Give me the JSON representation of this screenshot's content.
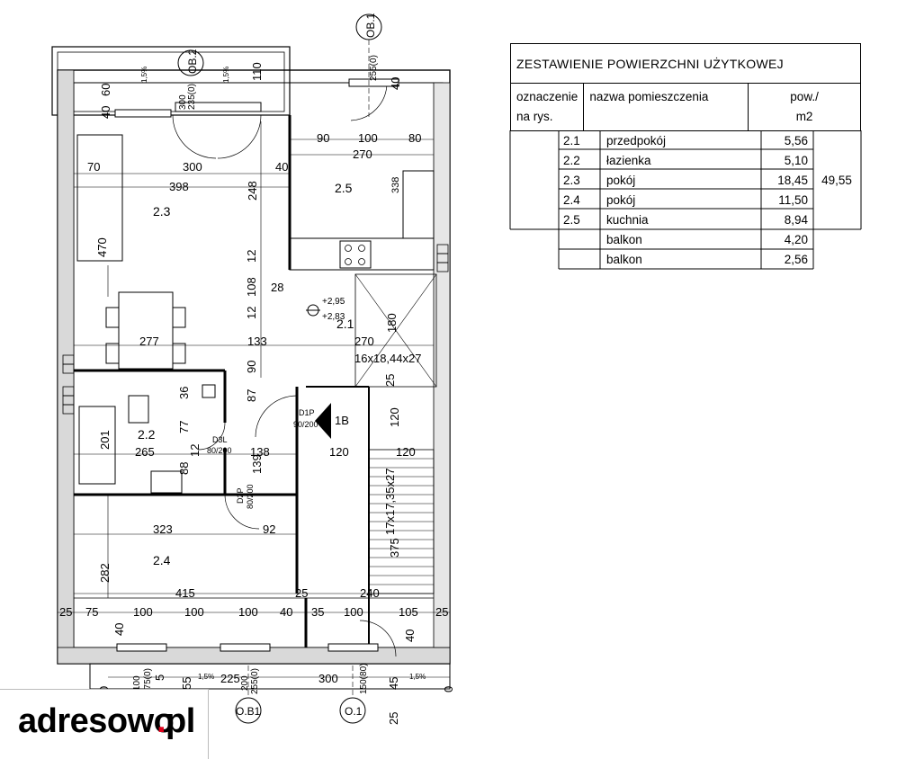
{
  "plan": {
    "dimensions": [
      "90",
      "100",
      "80",
      "270",
      "338",
      "300",
      "40",
      "398",
      "248",
      "70",
      "470",
      "12",
      "108",
      "28",
      "12",
      "277",
      "133",
      "270",
      "180",
      "90",
      "87",
      "36",
      "77",
      "201",
      "265",
      "12",
      "88",
      "138",
      "139",
      "120",
      "120",
      "25",
      "120",
      "323",
      "92",
      "282",
      "375",
      "415",
      "25",
      "240",
      "25",
      "75",
      "100",
      "100",
      "100",
      "40",
      "35",
      "100",
      "105",
      "25",
      "40",
      "40",
      "40",
      "225",
      "300",
      "45",
      "25",
      "60",
      "110",
      "40",
      "40",
      "55",
      "5",
      "0",
      "0",
      "100",
      "175(0)",
      "200",
      "255(0)",
      "150(80)",
      "255(0)",
      "235(0)",
      "300",
      "1,5%",
      "1,5%",
      "1,5%",
      "1,5%"
    ],
    "rooms": [
      {
        "label": "2.3"
      },
      {
        "label": "2.5"
      },
      {
        "label": "2.1"
      },
      {
        "label": "2.2"
      },
      {
        "label": "2.4"
      }
    ],
    "axes": [
      "OB.1",
      "OB.2",
      "O.B1",
      "O.1"
    ],
    "stairs_upper": "16x18,44x27",
    "stairs_lower": "17x17,35x27",
    "levels": [
      "+2,95",
      "+2,83"
    ],
    "entrance": "1B",
    "doors": [
      {
        "code": "D1P",
        "size": "90/200"
      },
      {
        "code": "D3L",
        "size": "80/200"
      },
      {
        "code": "D2P",
        "size": "80/200"
      }
    ]
  },
  "table": {
    "title": "ZESTAWIENIE POWIERZCHNI UŻYTKOWEJ",
    "col_code": "oznaczenie na rys.",
    "col_code_line1": "oznaczenie",
    "col_code_line2": "na rys.",
    "col_name": "nazwa pomieszczenia",
    "col_area_line1": "pow./",
    "col_area_line2": "m2",
    "rows": [
      {
        "code": "2.1",
        "name": "przedpokój",
        "area": "5,56"
      },
      {
        "code": "2.2",
        "name": "łazienka",
        "area": "5,10"
      },
      {
        "code": "2.3",
        "name": "pokój",
        "area": "18,45"
      },
      {
        "code": "2.4",
        "name": "pokój",
        "area": "11,50"
      },
      {
        "code": "2.5",
        "name": "kuchnia",
        "area": "8,94"
      }
    ],
    "balconies": [
      {
        "name": "balkon",
        "area": "4,20"
      },
      {
        "name": "balkon",
        "area": "2,56"
      }
    ],
    "total": "49,55"
  },
  "logo": {
    "part1": "adresowo",
    "dot": ".",
    "part2": "pl",
    "accent_color": "#e0001b"
  }
}
